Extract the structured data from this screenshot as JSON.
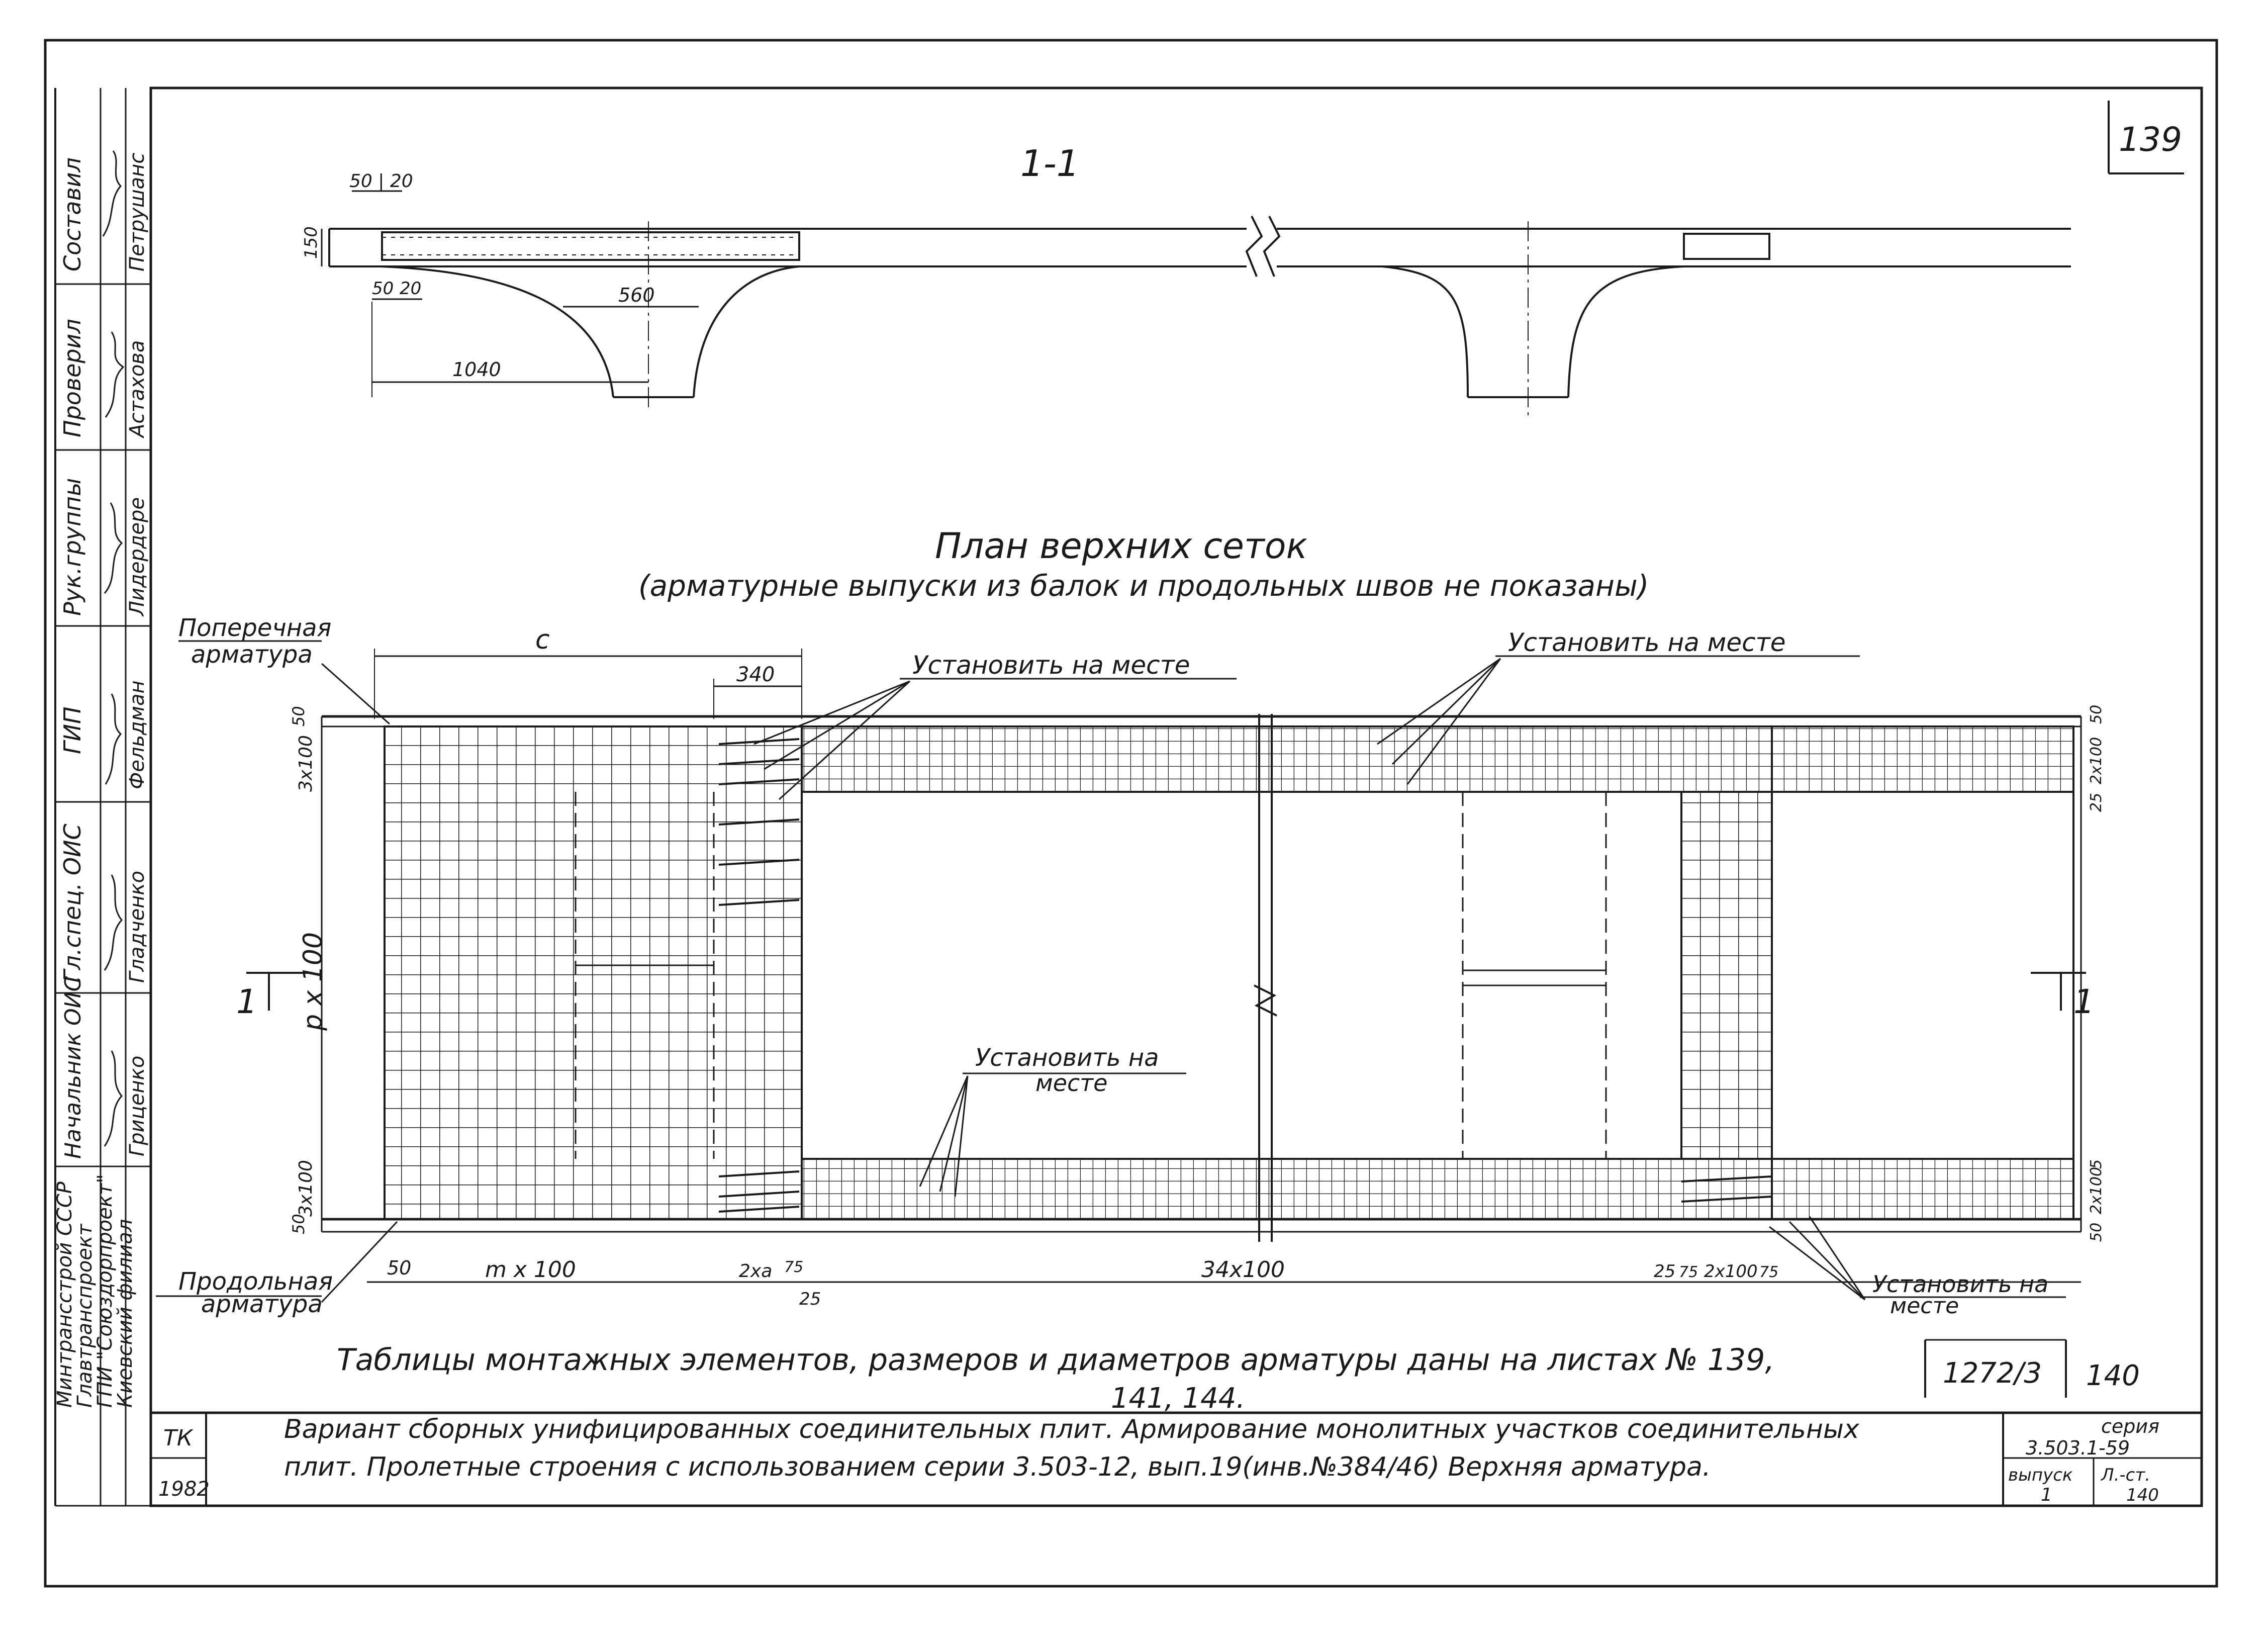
{
  "sheet": {
    "page_number": "139",
    "section_label": "1-1",
    "plan_title": "План   верхних   сеток",
    "plan_subtitle": "(арматурные выпуски из балок и продольных швов не показаны)",
    "tables_note_line1": "Таблицы   монтажных  элементов,   размеров    и   диаметров    арматуры  даны  на  листах № 139,",
    "tables_note_line2": "141,   144.",
    "drawing_code": "1272/3",
    "sheet_code": "140"
  },
  "title_block": {
    "org_lines": [
      "Минтрансстрой СССР",
      "Главтранспроект",
      "ГПИ \"Союздорпроект\"",
      "Киевский филиал"
    ],
    "roles": [
      {
        "role": "Составил",
        "name": "Петрушанс"
      },
      {
        "role": "Проверил",
        "name": "Астахова"
      },
      {
        "role": "Рук.группы",
        "name": "Лидердере"
      },
      {
        "role": "ГИП",
        "name": "Фельдман"
      },
      {
        "role": "Гл.спец. ОИС",
        "name": "Гладченко"
      },
      {
        "role": "Начальник ОИС",
        "name": "Гриценко"
      }
    ],
    "tk_label": "ТК",
    "year": "1982",
    "description_line1": "Вариант сборных унифицированных соединительных плит. Армирование монолитных участков соединительных",
    "description_line2": "плит.   Пролетные строения с использованием серии 3.503-12, вып.19(инв.№384/46) Верхняя арматура.",
    "series_label": "серия",
    "series_value": "3.503.1-59",
    "issue_label": "выпуск",
    "issue_value": "1",
    "sheet_label": "Л.-ст.",
    "sheet_value": "140"
  },
  "section_dims": {
    "d50_20": "50 | 20",
    "d150": "150",
    "d50": "50",
    "d20": "20",
    "d560": "560",
    "d1040": "1040"
  },
  "plan_labels": {
    "transverse": "Поперечная",
    "transverse2": "арматура",
    "longitudinal": "Продольная",
    "longitudinal2": "арматура",
    "install_on_site": "Установить  на  месте",
    "install_on": "Установить на",
    "on_site": "месте",
    "c": "с",
    "d340": "340",
    "d3x100": "3x100",
    "d50": "50",
    "px100": "p x 100",
    "d3x100b": "3x100",
    "section_mark": "1",
    "d2x100": "2x100",
    "d25": "25",
    "d5": "5",
    "mx100": "m x 100",
    "d2xa": "2xa",
    "d75": "75",
    "d34x100": "34x100",
    "d2x100b": "2x100",
    "d75b": "75"
  }
}
